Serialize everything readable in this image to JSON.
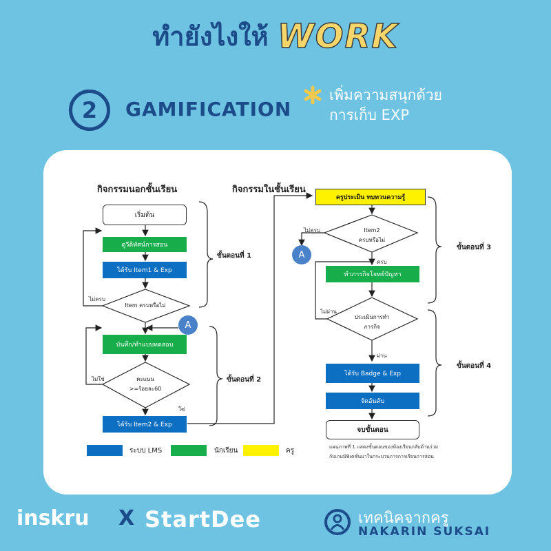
{
  "header": {
    "title_thai": "ทำยังไงให้",
    "title_accent": "WORK"
  },
  "section": {
    "number": "2",
    "title": "GAMIFICATION",
    "subtitle_line1": "เพิ่มความสนุกด้วย",
    "subtitle_line2": "การเก็บ EXP"
  },
  "flow": {
    "left_heading": "กิจกรรมนอกชั้นเรียน",
    "right_heading": "กิจกรรมในชั้นเรียน",
    "start": "เริ่มต้น",
    "watch_video": "ดูวีดิทัศน์การสอน",
    "get_item1": "ได้รับ Item1 & Exp",
    "decision1": "Item ครบหรือไม่",
    "not_complete1": "ไม่ครบ",
    "connector_a": "A",
    "record_test": "บันทึก/ทำแบบทดสอบ",
    "decision2_line1": "คะแนน",
    "decision2_line2": ">=ร้อยละ60",
    "no2": "ไม่ใช่",
    "yes2": "ใช่",
    "get_item2": "ได้รับ Item2 & Exp",
    "step1": "ขั้นตอนที่ 1",
    "step2": "ขั้นตอนที่ 2",
    "teacher_review": "ครูประเมิน ทบทวนความรู้",
    "decision3_line1": "Item2",
    "decision3_line2": "ครบหรือไม่",
    "not_complete3": "ไม่ครบ",
    "complete3": "ครบ",
    "problem_task": "ทำภารกิจโจทย์ปัญหา",
    "decision4_line1": "ประเมินการทำ",
    "decision4_line2": "ภารกิจ",
    "fail4": "ไม่ผ่าน",
    "pass4": "ผ่าน",
    "get_badge": "ได้รับ Badge & Exp",
    "ranking": "จัดอันดับ",
    "end": "จบขั้นตอน",
    "step3": "ขั้นตอนที่ 3",
    "step4": "ขั้นตอนที่ 4",
    "caption_line1": "แผนภาพที่ 1 แสดงขั้นตอนของห้องเรียนกลับด้านร่วม",
    "caption_line2": "กับเกมมิฟิเคชั่นมาในกระบวนการการเรียนการสอน"
  },
  "legend": [
    {
      "label": "ระบบ LMS",
      "color": "#0c6fc1"
    },
    {
      "label": "นักเรียน",
      "color": "#17ad4b"
    },
    {
      "label": "ครู",
      "color": "#fff200"
    }
  ],
  "footer": {
    "brand1": "inskru",
    "times": "X",
    "brand2": "StartDee",
    "creator_title": "เทคนิคจากครู",
    "creator_name": "NAKARIN SUKSAI"
  },
  "colors": {
    "background": "#6ec3e3",
    "navy": "#1c4b8a",
    "accent_yellow": "#f5d66b",
    "star": "#f2c94c"
  }
}
